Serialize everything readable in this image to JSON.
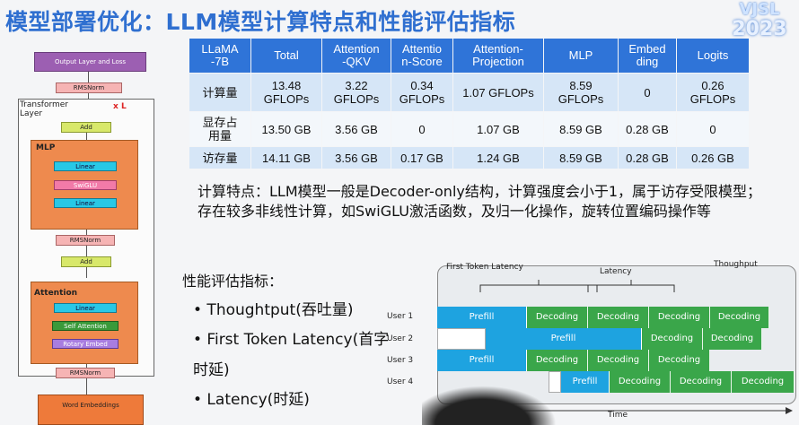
{
  "header": {
    "title": "模型部署优化：LLM模型计算特点和性能评估指标",
    "logo_line1": "VJSL",
    "logo_line2": "2023"
  },
  "diagram": {
    "output": "Output Layer and Loss",
    "rmsnorm": "RMSNorm",
    "add": "Add",
    "transformer_layer": "Transformer Layer",
    "repeat": "x L",
    "mlp": "MLP",
    "linear": "Linear",
    "swiglu": "SwiGLU",
    "attention": "Attention",
    "self_attention": "Self Attention",
    "rotary": "Rotary Embed",
    "embeddings": "Word Embeddings"
  },
  "table": {
    "headers": [
      "LLaMA\n-7B",
      "Total",
      "Attention\n-QKV",
      "Attentio\nn-Score",
      "Attention-\nProjection",
      "MLP",
      "Embed\nding",
      "Logits"
    ],
    "rows": [
      [
        "计算量",
        "13.48\nGFLOPs",
        "3.22\nGFLOPs",
        "0.34\nGFLOPs",
        "1.07 GFLOPs",
        "8.59\nGFLOPs",
        "0",
        "0.26\nGFLOPs"
      ],
      [
        "显存占\n用量",
        "13.50 GB",
        "3.56 GB",
        "0",
        "1.07 GB",
        "8.59 GB",
        "0.28 GB",
        "0"
      ],
      [
        "访存量",
        "14.11 GB",
        "3.56 GB",
        "0.17 GB",
        "1.24 GB",
        "8.59 GB",
        "0.28 GB",
        "0.26 GB"
      ]
    ]
  },
  "description": "计算特点：LLM模型一般是Decoder-only结构，计算强度会小于1，属于访存受限模型；存在较多非线性计算，如SwiGLU激活函数，及归一化操作，旋转位置编码操作等",
  "metrics": {
    "title": "性能评估指标：",
    "items": [
      "• Thoughtput(吞吐量)",
      "• First Token Latency(首字",
      "时延)",
      "• Latency(时延)"
    ]
  },
  "timeline": {
    "first_token_latency": "First Token Latency",
    "latency": "Latency",
    "throughput": "Thoughput",
    "time": "Time",
    "users": [
      "User 1",
      "User 2",
      "User 3",
      "User 4"
    ],
    "prefill": "Prefill",
    "decoding": "Decoding"
  },
  "colors": {
    "title": "#2f6fd0",
    "table_header": "#2f74d8",
    "prefill": "#1ea3e0",
    "decoding": "#3aa64a"
  }
}
